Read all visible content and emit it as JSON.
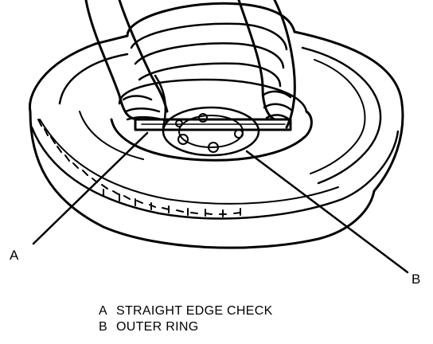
{
  "callouts": [
    {
      "key": "A",
      "text": "STRAIGHT EDGE CHECK"
    },
    {
      "key": "B",
      "text": "OUTER RING"
    }
  ],
  "colors": {
    "ink": "#000000",
    "paper": "#ffffff"
  }
}
